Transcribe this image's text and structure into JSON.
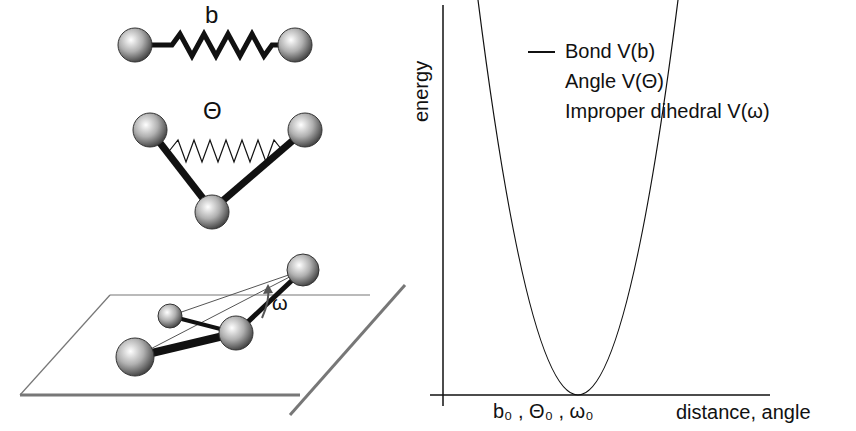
{
  "diagram": {
    "labels": [
      "b",
      "Θ",
      "ω",
      "energy",
      "b₀ , Θ₀ , ω₀",
      "distance, angle"
    ],
    "legend": [
      {
        "text": "Bond V(b)"
      },
      {
        "text": "Angle V(Θ)"
      },
      {
        "text": "Improper dihedral V(ω)"
      }
    ]
  }
}
